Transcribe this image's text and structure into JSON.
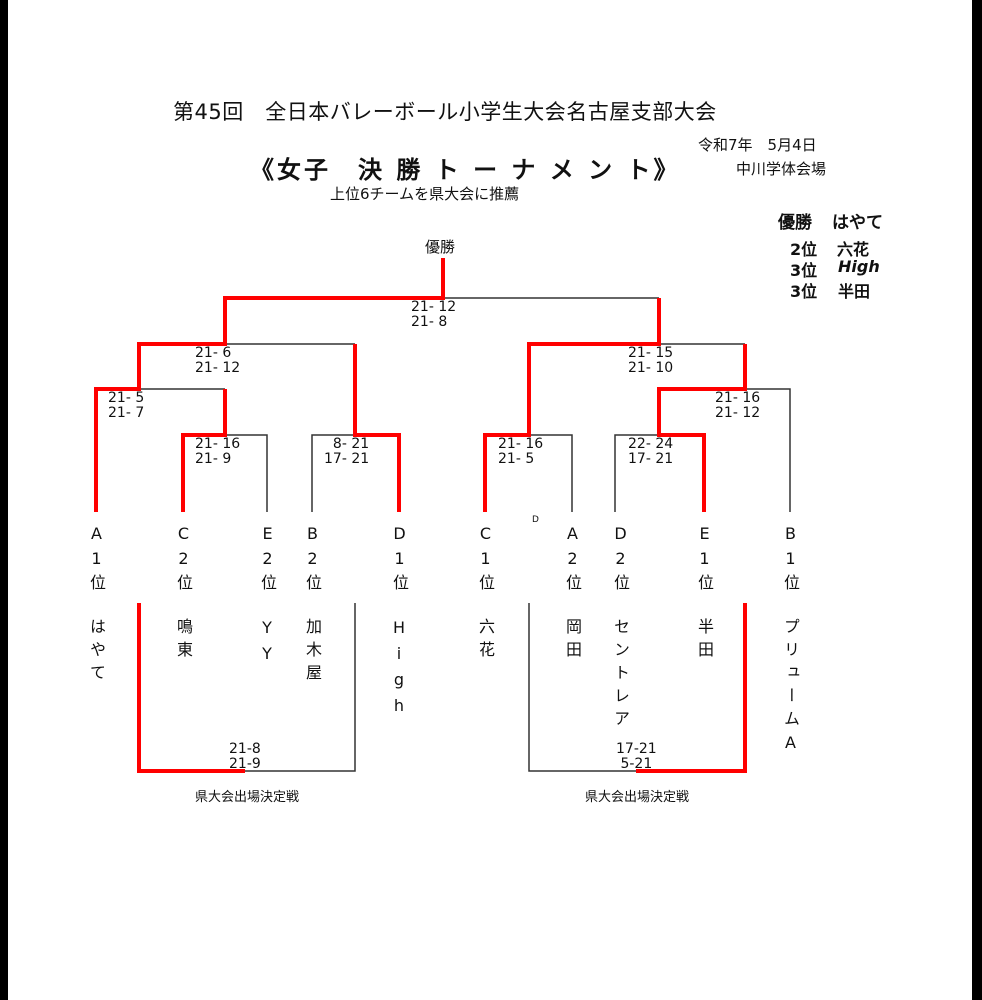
{
  "header": {
    "title": "第45回　全日本バレーボール小学生大会名古屋支部大会",
    "subtitle": "《女子　決 勝 ト ー ナ メ ン ト》",
    "note": "上位6チームを県大会に推薦",
    "date": "令和7年　5月4日",
    "venue": "中川学体会場"
  },
  "results": [
    {
      "place": "優勝",
      "team": "はやて"
    },
    {
      "place": "2位",
      "team": "六花"
    },
    {
      "place": "3位",
      "team": "High"
    },
    {
      "place": "3位",
      "team": "半田"
    }
  ],
  "bracket": {
    "champion_label": "優勝",
    "final_score": [
      "21- 12",
      "21- 8"
    ],
    "semi_left_score": [
      "21- 6",
      "21- 12"
    ],
    "semi_right_score": [
      "21- 15",
      "21- 10"
    ],
    "qf_a1_score": [
      "21- 5",
      "21- 7"
    ],
    "qf_b1_score": [
      "21- 16",
      "21- 12"
    ],
    "r1_c2_e2_score": [
      "21- 16",
      "21- 9"
    ],
    "r1_b2_d1_score": [
      "8- 21",
      "17- 21"
    ],
    "r1_c1_a2_score": [
      "21- 16",
      "21- 5"
    ],
    "r1_d2_e1_score": [
      "22- 24",
      "17- 21"
    ],
    "stray_mark": "D"
  },
  "teams": [
    {
      "seed": "A1位",
      "name": "はやて"
    },
    {
      "seed": "C2位",
      "name": "鳴東"
    },
    {
      "seed": "E2位",
      "name": "YY"
    },
    {
      "seed": "B2位",
      "name": "加木屋"
    },
    {
      "seed": "D1位",
      "name": "High"
    },
    {
      "seed": "C1位",
      "name": "六花"
    },
    {
      "seed": "A2位",
      "name": "岡田"
    },
    {
      "seed": "D2位",
      "name": "セントレア"
    },
    {
      "seed": "E1位",
      "name": "半田"
    },
    {
      "seed": "B1位",
      "name": "プリュームA"
    }
  ],
  "playoffs": [
    {
      "label": "県大会出場決定戦",
      "score": [
        "21-8",
        "21-9"
      ]
    },
    {
      "label": "県大会出場決定戦",
      "score": [
        "17-21",
        "5-21"
      ]
    }
  ],
  "colors": {
    "winner_line": "#ff0000",
    "line": "#333333"
  }
}
